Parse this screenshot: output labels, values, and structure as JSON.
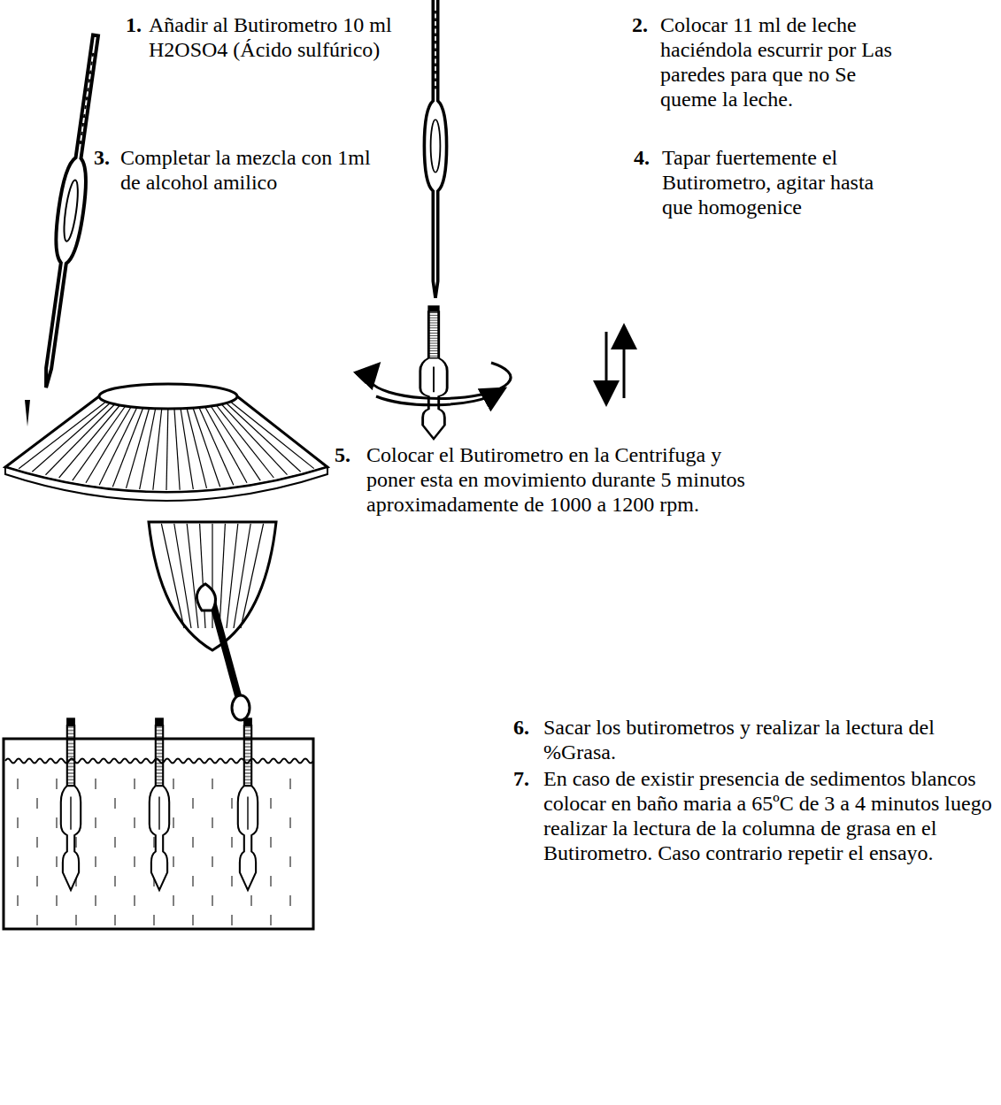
{
  "diagram": {
    "labels": [
      "1.",
      "Añadir al Butirometro 10 ml H2OSO4 (Ácido sulfúrico)",
      "2.",
      "Colocar 11 ml de leche haciéndola escurrir por Las paredes para que no Se queme la leche.",
      "3.",
      "Completar la mezcla con 1ml de alcohol amilico",
      "4.",
      "Tapar fuertemente el Butirometro, agitar hasta que homogenice",
      "5.",
      "Colocar el Butirometro en la Centrifuga y poner esta en movimiento durante 5 minutos aproximadamente de 1000 a 1200 rpm.",
      "6.",
      "Sacar los butirometros y realizar la lectura del %Grasa.",
      "7.",
      "En caso de existir presencia de sedimentos blancos colocar en baño maria a 65ºC de 3 a 4 minutos luego realizar la lectura de la columna de grasa en el Butirometro. Caso contrario repetir el ensayo."
    ]
  }
}
